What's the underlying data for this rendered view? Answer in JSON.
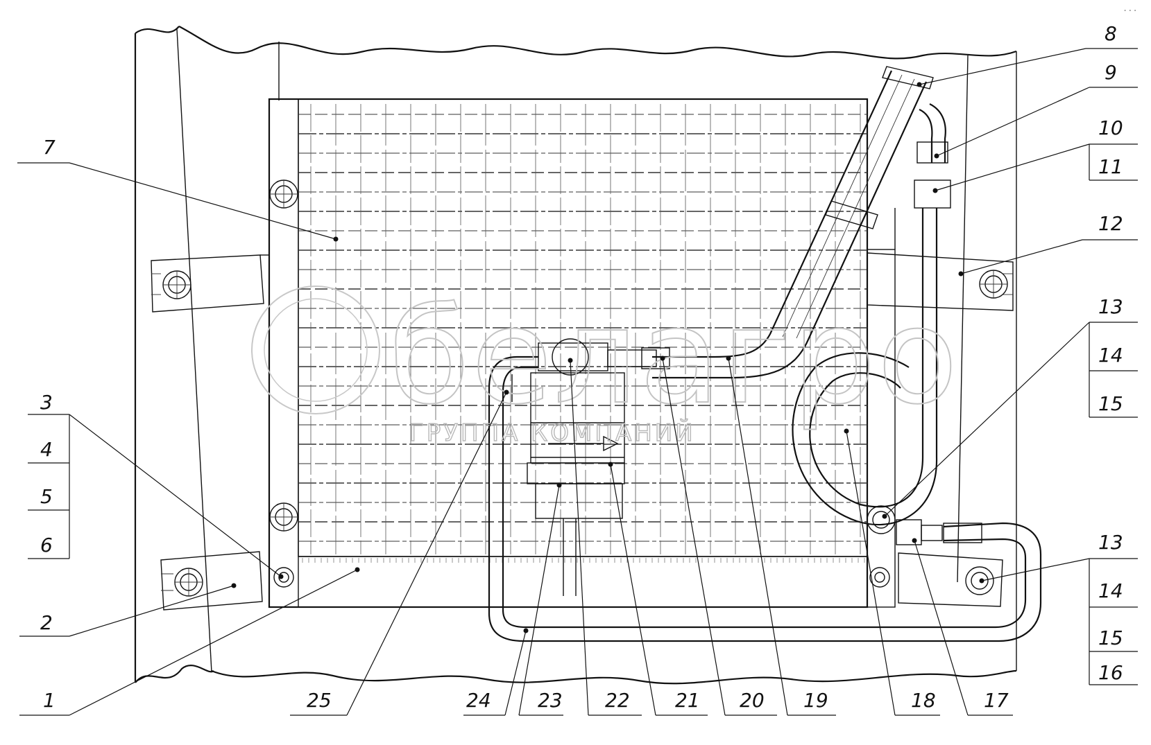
{
  "watermark": {
    "brand": "белагро",
    "subtitle": "ГРУППА КОМПАНИЙ"
  },
  "corner_mark": "...",
  "callouts": [
    {
      "id": "1",
      "label": "1"
    },
    {
      "id": "2",
      "label": "2"
    },
    {
      "id": "3",
      "label": "3"
    },
    {
      "id": "4",
      "label": "4"
    },
    {
      "id": "5",
      "label": "5"
    },
    {
      "id": "6",
      "label": "6"
    },
    {
      "id": "7",
      "label": "7"
    },
    {
      "id": "8",
      "label": "8"
    },
    {
      "id": "9",
      "label": "9"
    },
    {
      "id": "10",
      "label": "10"
    },
    {
      "id": "11",
      "label": "11"
    },
    {
      "id": "12",
      "label": "12"
    },
    {
      "id": "13a",
      "label": "13"
    },
    {
      "id": "14a",
      "label": "14"
    },
    {
      "id": "15a",
      "label": "15"
    },
    {
      "id": "13b",
      "label": "13"
    },
    {
      "id": "14b",
      "label": "14"
    },
    {
      "id": "15b",
      "label": "15"
    },
    {
      "id": "16",
      "label": "16"
    },
    {
      "id": "17",
      "label": "17"
    },
    {
      "id": "18",
      "label": "18"
    },
    {
      "id": "19",
      "label": "19"
    },
    {
      "id": "20",
      "label": "20"
    },
    {
      "id": "21",
      "label": "21"
    },
    {
      "id": "22",
      "label": "22"
    },
    {
      "id": "23",
      "label": "23"
    },
    {
      "id": "24",
      "label": "24"
    },
    {
      "id": "25",
      "label": "25"
    }
  ],
  "colors": {
    "line": "#111111",
    "watermark": "#c4c4c4",
    "background": "#ffffff"
  }
}
